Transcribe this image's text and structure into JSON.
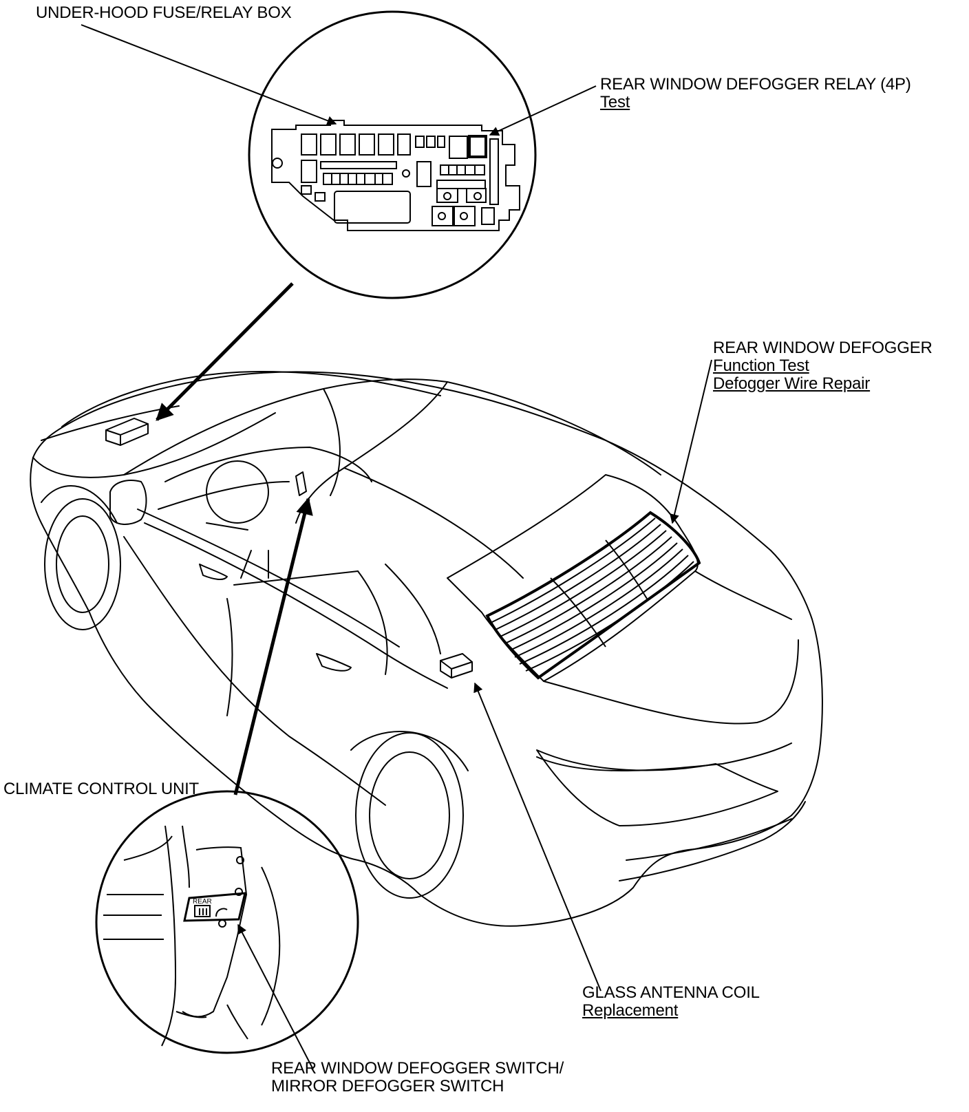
{
  "callouts": {
    "fuse_box": {
      "title": "UNDER-HOOD FUSE/RELAY BOX"
    },
    "relay": {
      "title": "REAR WINDOW DEFOGGER RELAY (4P)",
      "links": [
        "Test"
      ]
    },
    "defogger": {
      "title": "REAR WINDOW DEFOGGER",
      "links": [
        "Function Test",
        "Defogger Wire Repair"
      ]
    },
    "climate": {
      "title": "CLIMATE CONTROL UNIT"
    },
    "antenna": {
      "title": "GLASS ANTENNA COIL",
      "links": [
        "Replacement"
      ]
    },
    "switch": {
      "lines": [
        "REAR WINDOW DEFOGGER SWITCH/",
        "MIRROR DEFOGGER SWITCH"
      ]
    }
  },
  "switch_panel_text": "REAR",
  "colors": {
    "line": "#000000",
    "background": "#ffffff"
  }
}
